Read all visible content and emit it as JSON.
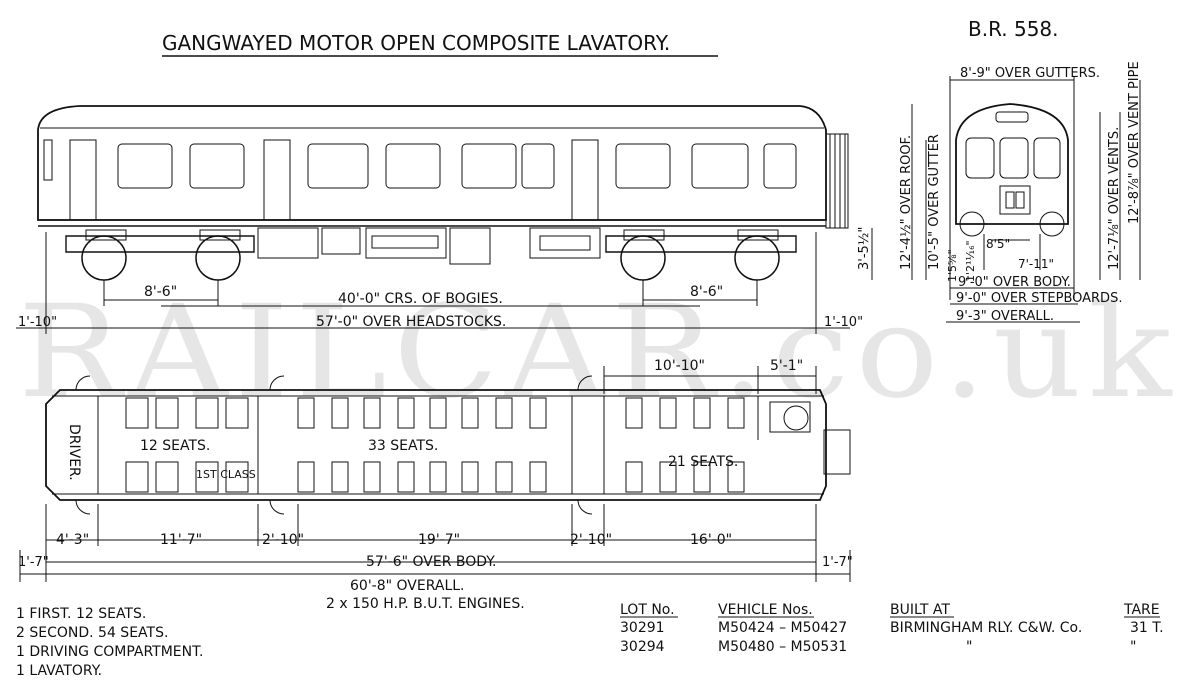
{
  "title": "GANGWAYED MOTOR OPEN COMPOSITE LAVATORY.",
  "diagram_no": "B.R. 558.",
  "watermark": "RAILCAR.co.uk",
  "side_dims": {
    "bogie_wheelbase_left": "8'-6\"",
    "bogie_wheelbase_right": "8'-6\"",
    "bogie_centres": "40'-0\" CRS. OF BOGIES.",
    "over_headstocks": "57'-0\" OVER HEADSTOCKS.",
    "end_left": "1'-10\"",
    "end_right": "1'-10\"",
    "headstock_height": "3'-5½\""
  },
  "end_dims": {
    "over_gutters": "8'-9\" OVER GUTTERS.",
    "vent_pipe": "12'-8⅞\" OVER VENT PIPE",
    "over_vents": "12'-7⅛\" OVER VENTS.",
    "over_roof": "12'-4½\" OVER ROOF.",
    "over_gutter": "10'-5\" OVER GUTTER",
    "dim_85": "8'5\"",
    "dim_711": "7'-11\"",
    "small_left": "1'5⅝\"",
    "small_right": "1'2¹¹⁄₁₆\"",
    "over_body": "9'-0\" OVER BODY.",
    "over_stepboards": "9'-0\" OVER STEPBOARDS.",
    "overall": "9'-3\" OVERALL."
  },
  "plan_labels": {
    "driver": "DRIVER.",
    "seats_first": "12 SEATS.",
    "first_class": "1ST CLASS",
    "seats_mid": "33 SEATS.",
    "seats_rear": "21 SEATS.",
    "dim_top_1010": "10'-10\"",
    "dim_top_51": "5'-1\""
  },
  "plan_dims": {
    "d43": "4'-3\"",
    "d117": "11'-7\"",
    "d210a": "2'-10\"",
    "d197": "19'-7\"",
    "d210b": "2'-10\"",
    "d160": "16'-0\"",
    "over_body": "57'-6\" OVER BODY.",
    "end_left": "1'-7\"",
    "end_right": "1'-7\"",
    "overall": "60'-8\" OVERALL.",
    "engines": "2 x 150 H.P. B.U.T. ENGINES."
  },
  "summary": [
    "1 FIRST.   12  SEATS.",
    "2 SECOND. 54  SEATS.",
    "1 DRIVING COMPARTMENT.",
    "1 LAVATORY."
  ],
  "table": {
    "headers": [
      "LOT No.",
      "VEHICLE Nos.",
      "BUILT AT",
      "TARE"
    ],
    "rows": [
      [
        "30291",
        "M50424 – M50427",
        "BIRMINGHAM RLY. C&W. Co.",
        "31 T."
      ],
      [
        "30294",
        "M50480 – M50531",
        "\"",
        "\""
      ]
    ]
  }
}
